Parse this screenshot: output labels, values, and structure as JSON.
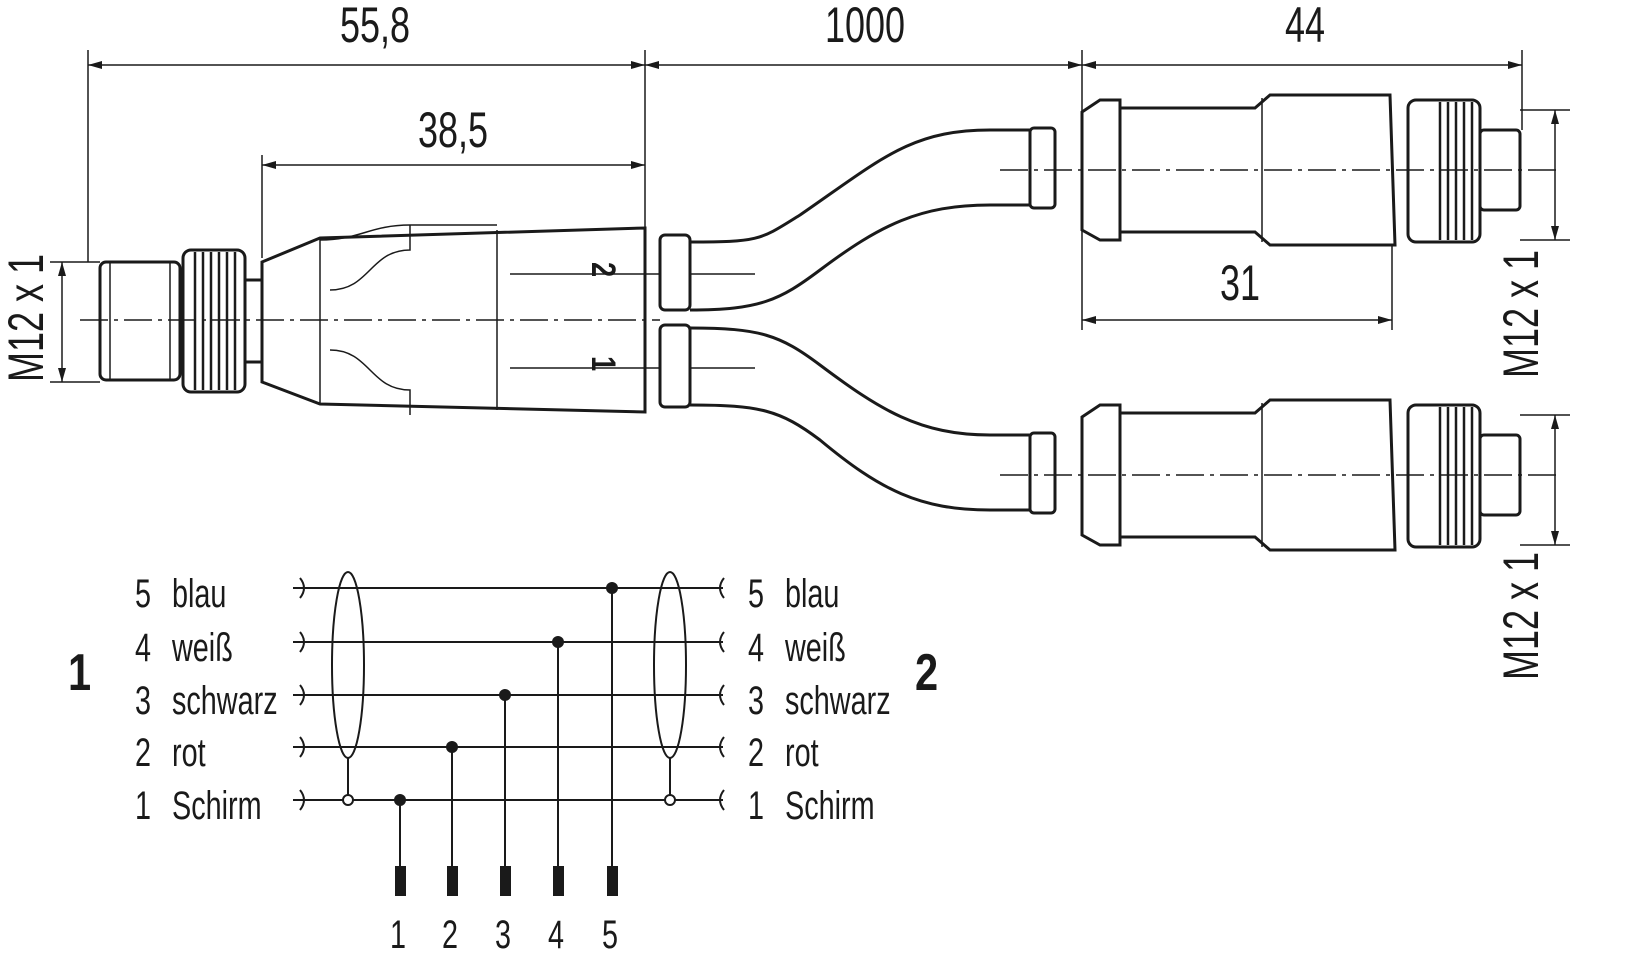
{
  "dimensions": {
    "overall_left": "55,8",
    "cable_length": "1000",
    "overall_right": "44",
    "body_left": "38,5",
    "body_right": "31",
    "thread_left": "M12 x 1",
    "thread_right_top": "M12 x 1",
    "thread_right_bottom": "M12 x 1"
  },
  "branch_labels": {
    "upper": "2",
    "lower": "1"
  },
  "wiring": {
    "side_left": "1",
    "side_right": "2",
    "rows": [
      {
        "pin": "5",
        "color": "blau"
      },
      {
        "pin": "4",
        "color": "weiß"
      },
      {
        "pin": "3",
        "color": "schwarz"
      },
      {
        "pin": "2",
        "color": "rot"
      },
      {
        "pin": "1",
        "color": "Schirm"
      }
    ],
    "terminals": [
      "1",
      "2",
      "3",
      "4",
      "5"
    ]
  }
}
